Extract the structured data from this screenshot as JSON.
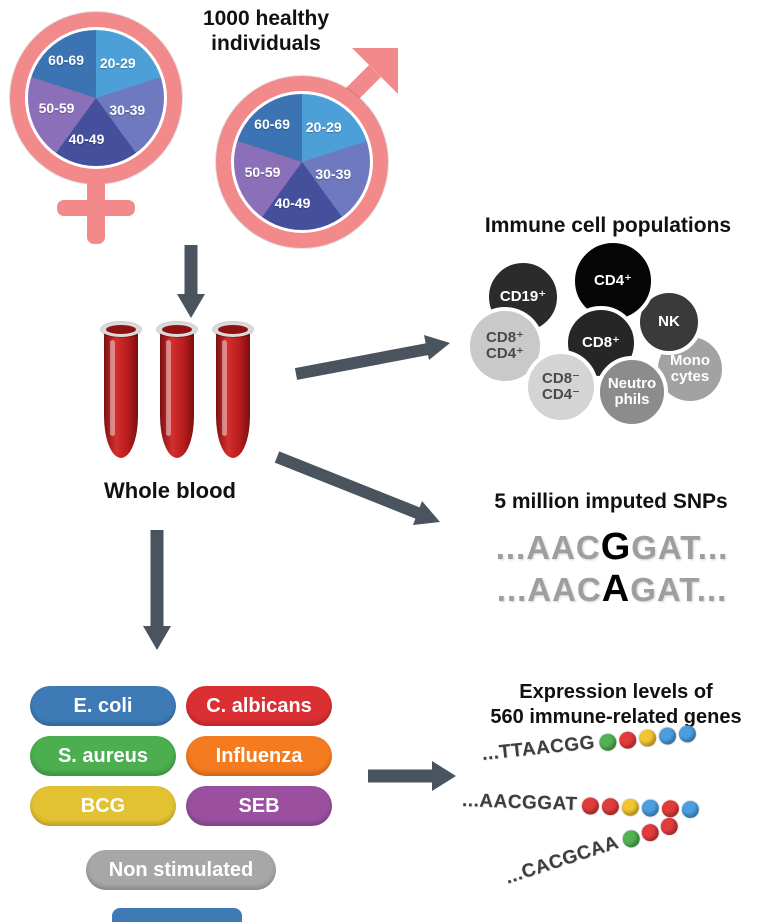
{
  "header": {
    "title": "1000 healthy\nindividuals"
  },
  "pie": {
    "slices": [
      {
        "label": "20-29",
        "color": "#4D9FD8"
      },
      {
        "label": "30-39",
        "color": "#6F79BF"
      },
      {
        "label": "40-49",
        "color": "#44509C"
      },
      {
        "label": "50-59",
        "color": "#8B6FB9"
      },
      {
        "label": "60-69",
        "color": "#3B73B3"
      }
    ]
  },
  "blood": {
    "label": "Whole blood",
    "tube_color": "#C1272D"
  },
  "immune": {
    "title": "Immune cell populations",
    "cells": [
      {
        "label": "Mono\ncytes",
        "bg": "#A2A2A2",
        "fg": "#FFFFFF"
      },
      {
        "label": "NK",
        "bg": "#3A3A3A",
        "fg": "#FFFFFF"
      },
      {
        "label": "CD19⁺",
        "bg": "#2B2B2B",
        "fg": "#FFFFFF"
      },
      {
        "label": "CD8⁺\nCD4⁺",
        "bg": "#C9C9C9",
        "fg": "#4A4A4A"
      },
      {
        "label": "CD4⁺",
        "bg": "#050505",
        "fg": "#FFFFFF"
      },
      {
        "label": "CD8⁺",
        "bg": "#262626",
        "fg": "#FFFFFF"
      },
      {
        "label": "CD8⁻\nCD4⁻",
        "bg": "#D4D4D4",
        "fg": "#4A4A4A"
      },
      {
        "label": "Neutro\nphils",
        "bg": "#8C8C8C",
        "fg": "#FFFFFF"
      }
    ]
  },
  "snps": {
    "title": "5 million imputed SNPs",
    "rows": [
      {
        "lead": "...AAC",
        "variant": "G",
        "tail": "GAT..."
      },
      {
        "lead": "...AAC",
        "variant": "A",
        "tail": "GAT..."
      }
    ]
  },
  "stimuli": {
    "items": [
      {
        "label": "E. coli",
        "color": "#3E7BB6"
      },
      {
        "label": "C. albicans",
        "color": "#DA2F33"
      },
      {
        "label": "S. aureus",
        "color": "#4BAE4F"
      },
      {
        "label": "Influenza",
        "color": "#F47B20"
      },
      {
        "label": "BCG",
        "color": "#E2C233"
      },
      {
        "label": "SEB",
        "color": "#9A4F9F"
      },
      {
        "label": "Non stimulated",
        "color": "#A7A7A7"
      }
    ]
  },
  "expression": {
    "title": "Expression levels of\n560 immune-related genes",
    "sequences": [
      {
        "text": "...TTAACGG",
        "beads": [
          "#52B153",
          "#E23B3B",
          "#F2C531",
          "#4B9FE1",
          "#4B9FE1"
        ]
      },
      {
        "text": "...AACGGAT",
        "beads": [
          "#E23B3B",
          "#E23B3B",
          "#F2C531",
          "#4B9FE1",
          "#E23B3B",
          "#4B9FE1"
        ]
      },
      {
        "text": "...CACGCAA",
        "beads": [
          "#52B153",
          "#E23B3B",
          "#E23B3B"
        ]
      }
    ]
  },
  "colors": {
    "arrow": "#49545F",
    "gender_symbol": "#F2898B"
  }
}
